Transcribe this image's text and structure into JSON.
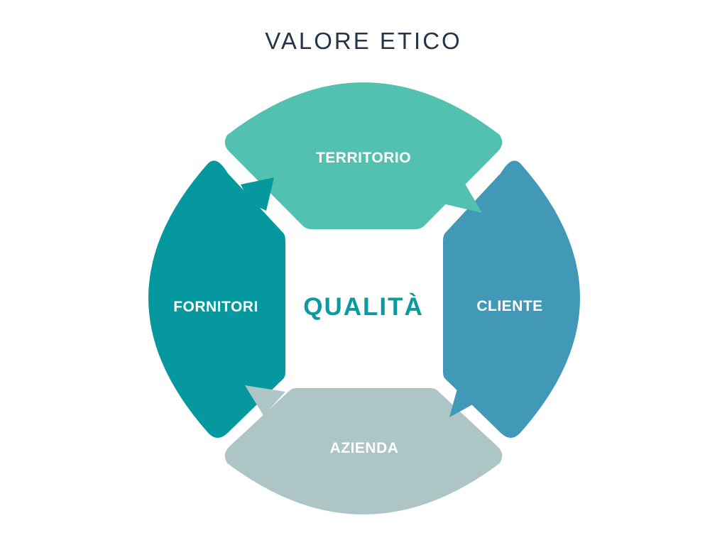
{
  "title": "VALORE ETICO",
  "center_label": "QUALITÀ",
  "segments": [
    {
      "label": "TERRITORIO",
      "color": "#52c1af"
    },
    {
      "label": "CLIENTE",
      "color": "#4299b7"
    },
    {
      "label": "AZIENDA",
      "color": "#adc5c5"
    },
    {
      "label": "FORNITORI",
      "color": "#05989e"
    }
  ]
}
